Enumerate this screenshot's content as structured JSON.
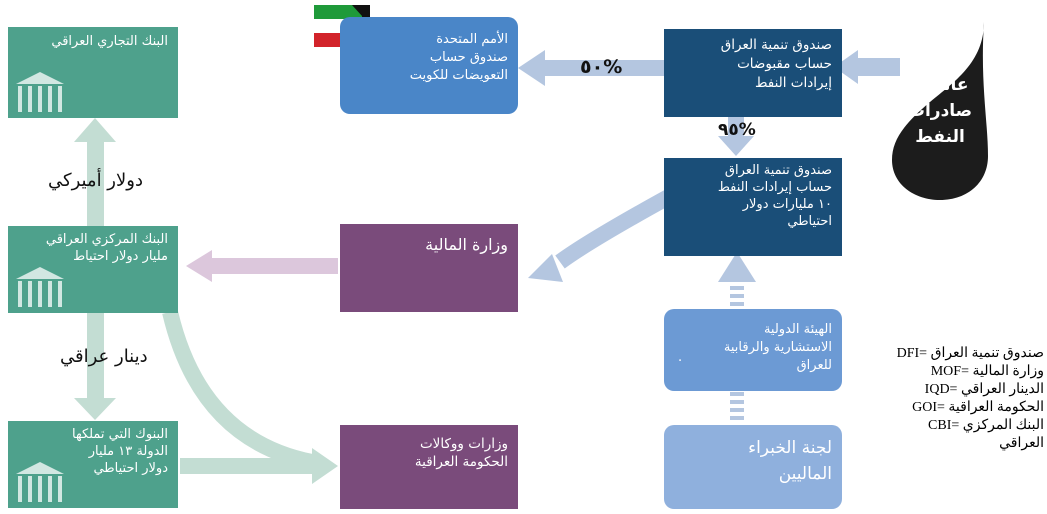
{
  "source": {
    "label_line1": "عائدات",
    "label_line2": "صادرات",
    "label_line3": "النفط"
  },
  "dfi_receipts": {
    "line1": "صندوق تنمية العراق",
    "line2": "حساب مقبوضات",
    "line3": "إيرادات النفط"
  },
  "un_comp": {
    "line1": "الأمم المتحدة",
    "line2": "صندوق حساب",
    "line3": "التعويضات للكويت"
  },
  "dfi_revenue": {
    "line1": "صندوق تنمية العراق",
    "line2": "حساب إيرادات النفط",
    "line3": "١٠ مليارات دولار",
    "line4": "احتياطي"
  },
  "mof": {
    "label": "وزارة المالية"
  },
  "cbi": {
    "line1": "البنك المركزي العراقي",
    "line2": "مليار دولار احتياط"
  },
  "tbi": {
    "line1": "البنك التجاري العراقي"
  },
  "state_banks": {
    "line1": "البنوك التي تملكها",
    "line2": "الدولة ١٣ مليار",
    "line3": "دولار احتياطي"
  },
  "ministries": {
    "line1": "وزارات ووكالات",
    "line2": "الحكومة العراقية"
  },
  "iamb": {
    "line1": "الهيئة الدولية",
    "line2": "الاستشارية والرقابية",
    "line3": "للعراق",
    "dot": "."
  },
  "cofe": {
    "line1": "لجنة الخبراء",
    "line2": "الماليين"
  },
  "labels": {
    "pct50": "%٥٠",
    "pct95": "%٩٥",
    "usd": "دولار أميركي",
    "iqd": "دينار عراقي"
  },
  "legend": {
    "l1": "DFI= صندوق تنمية العراق",
    "l2": "MOF= وزارة المالية",
    "l3": "IQD= الدينار العراقي",
    "l4": "GOI= الحكومة العراقية",
    "l5": "CBI= البنك المركزي",
    "l6": "العراقي"
  },
  "colors": {
    "teal": "#4ea18c",
    "navy": "#1a4e78",
    "purple": "#7a4b7b",
    "light_blue": "#4a86c8",
    "pale_blue": "#8fb0dd",
    "arrow_blue": "#b4c6e0",
    "arrow_teal": "#c3ddd3",
    "arrow_purple": "#dcc7dc",
    "oil": "#1c1c1c"
  },
  "icons": [
    "oil-drop-icon",
    "kuwait-flag-icon",
    "bank-icon"
  ]
}
